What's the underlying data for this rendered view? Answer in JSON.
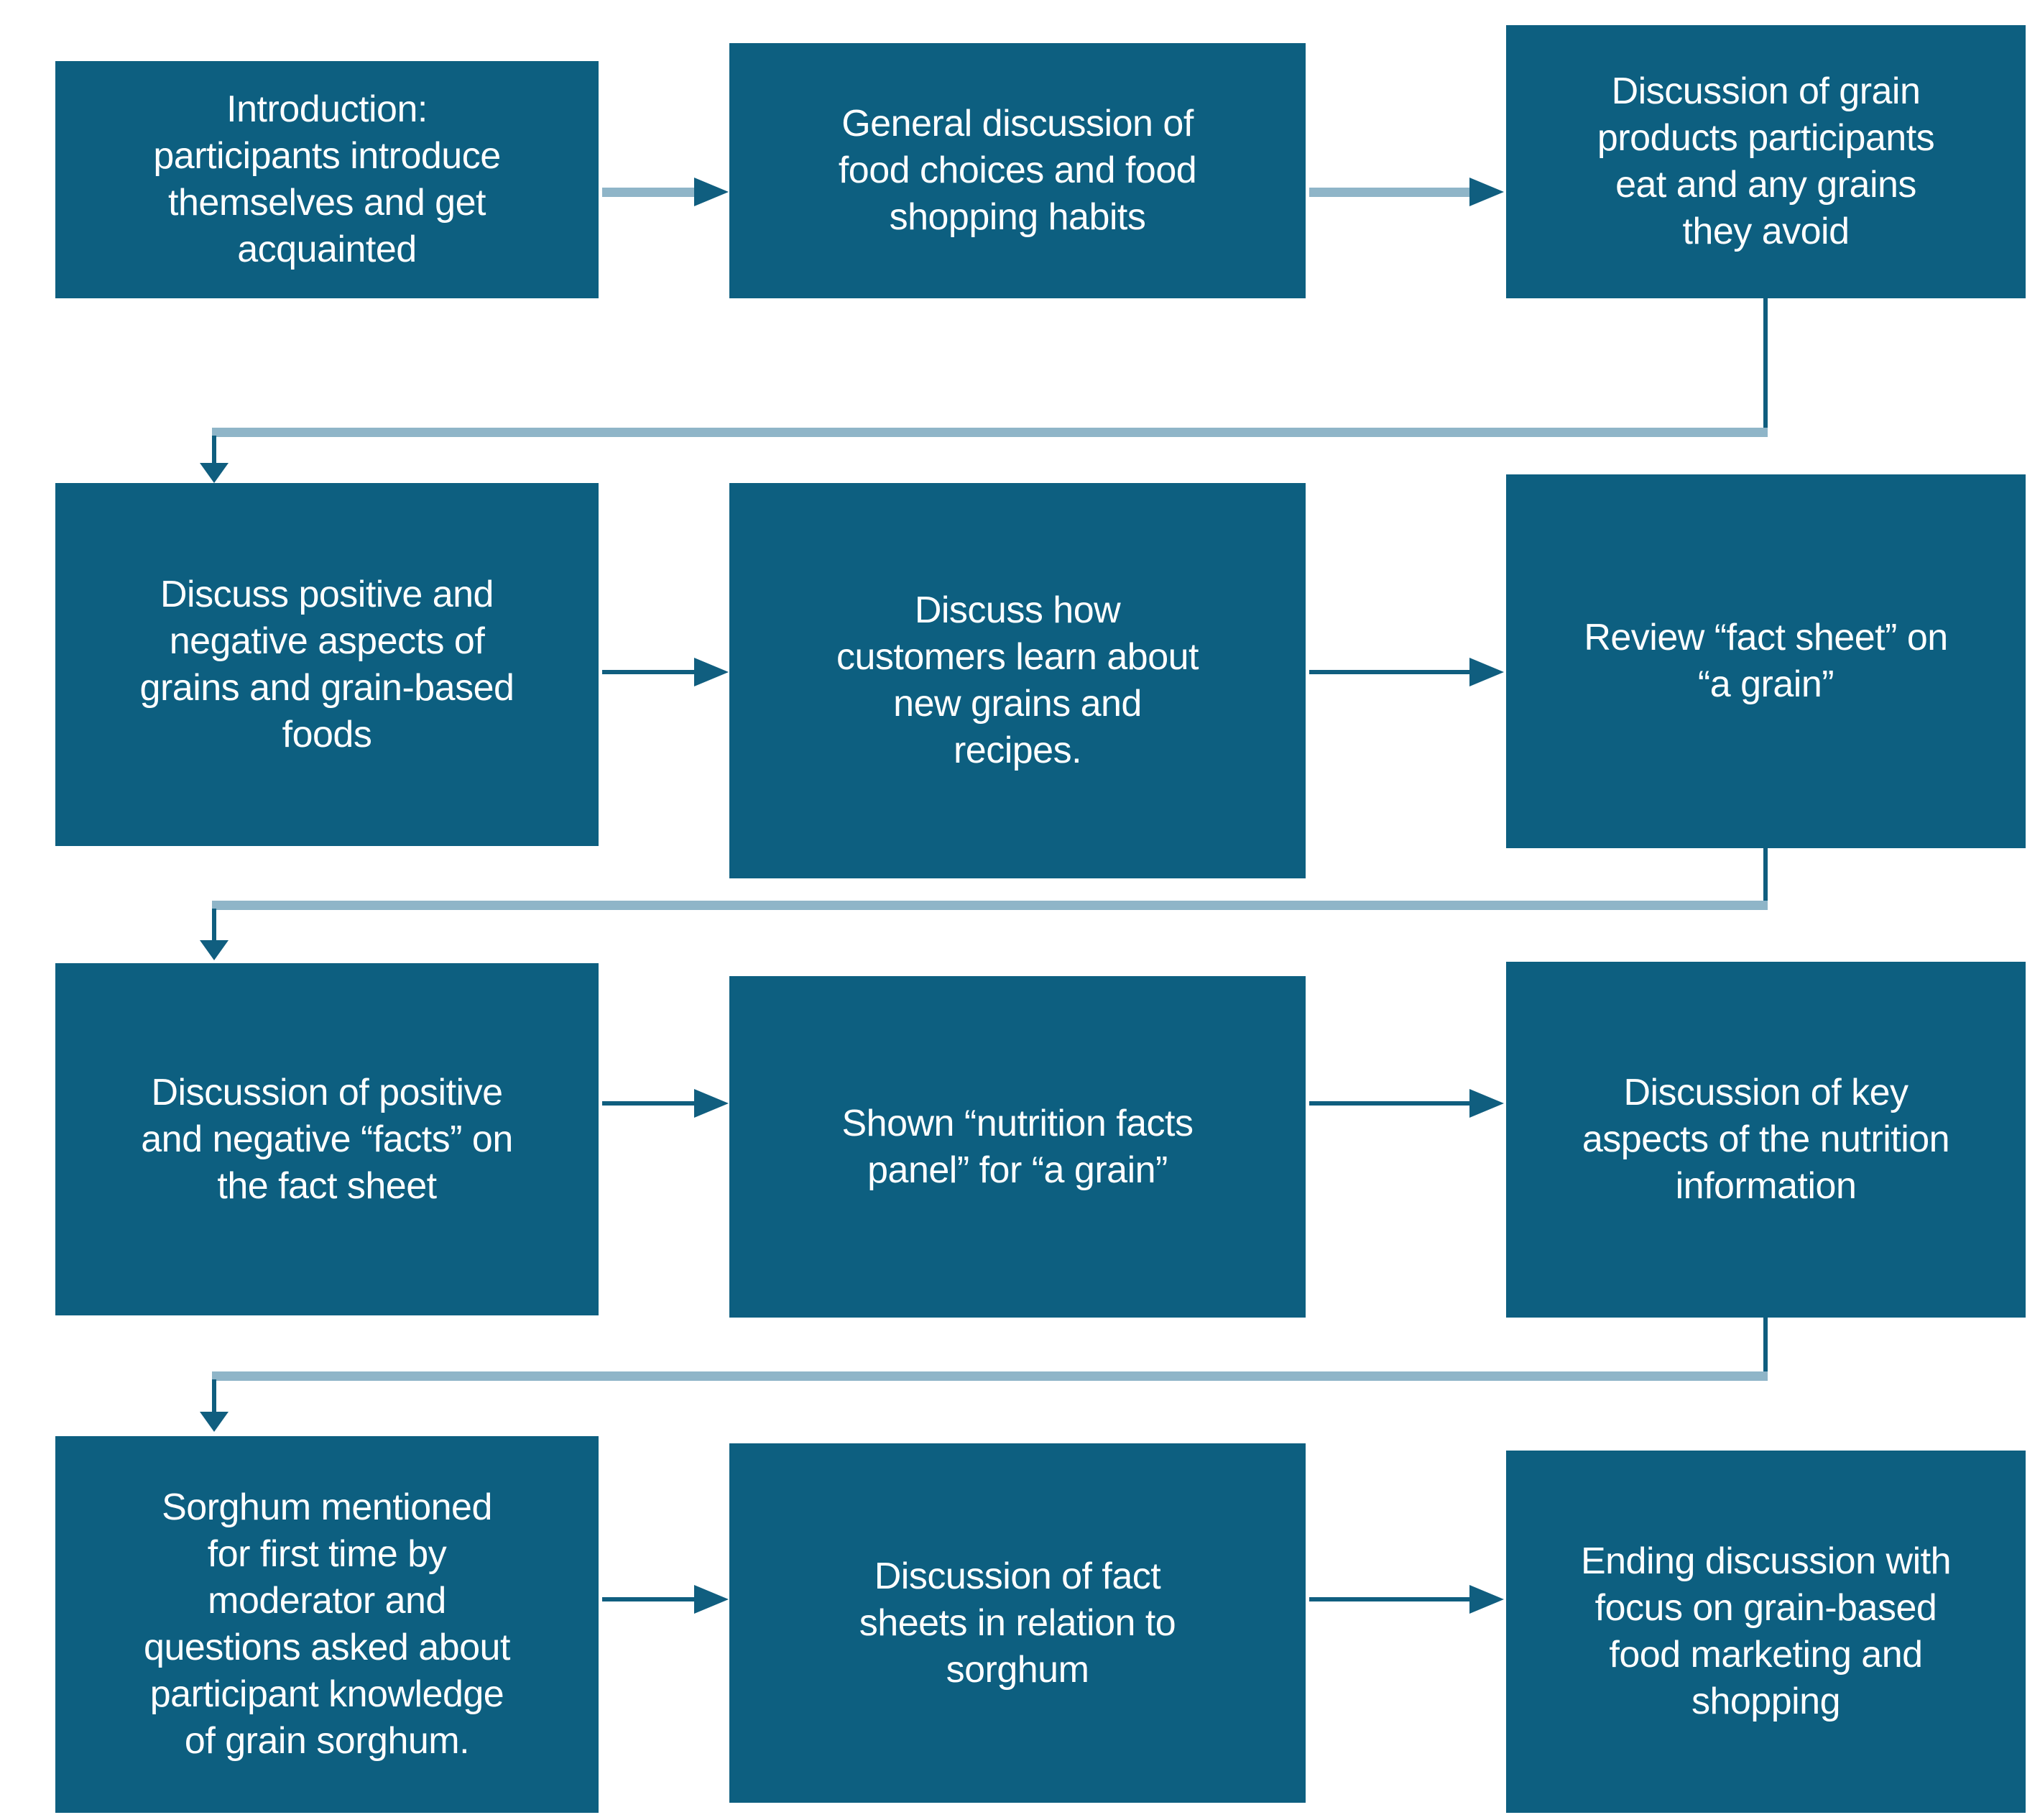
{
  "colors": {
    "box_fill": "#0d5f80",
    "text": "#ffffff",
    "connector_light": "#8fb5c8",
    "connector_dark": "#105e7f",
    "background": "#ffffff"
  },
  "boxes": [
    {
      "id": 1,
      "label": "Introduction:\nparticipants introduce\nthemselves and get\nacquainted"
    },
    {
      "id": 2,
      "label": "General discussion of\nfood choices and food\nshopping habits"
    },
    {
      "id": 3,
      "label": "Discussion of grain\nproducts participants\neat and any grains\nthey avoid"
    },
    {
      "id": 4,
      "label": "Discuss positive and\nnegative aspects of\ngrains and grain-based\nfoods"
    },
    {
      "id": 5,
      "label": "Discuss how\ncustomers learn about\nnew grains and\nrecipes."
    },
    {
      "id": 6,
      "label": "Review “fact sheet” on\n“a grain”"
    },
    {
      "id": 7,
      "label": "Discussion of positive\nand negative “facts” on\nthe fact sheet"
    },
    {
      "id": 8,
      "label": "Shown “nutrition facts\npanel” for “a grain”"
    },
    {
      "id": 9,
      "label": "Discussion of key\naspects of the nutrition\ninformation"
    },
    {
      "id": 10,
      "label": "Sorghum mentioned\nfor first time by\nmoderator and\nquestions asked about\nparticipant knowledge\nof grain sorghum."
    },
    {
      "id": 11,
      "label": "Discussion of fact\nsheets in relation to\nsorghum"
    },
    {
      "id": 12,
      "label": "Ending discussion with\nfocus on grain-based\nfood marketing and\nshopping"
    }
  ],
  "connections": [
    {
      "from": 1,
      "to": 2,
      "type": "arrow-right"
    },
    {
      "from": 2,
      "to": 3,
      "type": "arrow-right"
    },
    {
      "from": 3,
      "to": 4,
      "type": "wrap-down"
    },
    {
      "from": 4,
      "to": 5,
      "type": "arrow-right"
    },
    {
      "from": 5,
      "to": 6,
      "type": "arrow-right"
    },
    {
      "from": 6,
      "to": 7,
      "type": "wrap-down"
    },
    {
      "from": 7,
      "to": 8,
      "type": "arrow-right"
    },
    {
      "from": 8,
      "to": 9,
      "type": "arrow-right"
    },
    {
      "from": 9,
      "to": 10,
      "type": "wrap-down"
    },
    {
      "from": 10,
      "to": 11,
      "type": "arrow-right"
    },
    {
      "from": 11,
      "to": 12,
      "type": "arrow-right"
    }
  ]
}
